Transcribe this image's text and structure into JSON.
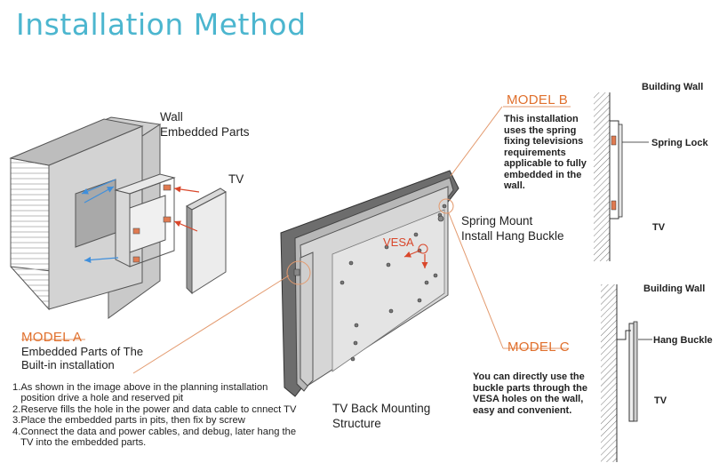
{
  "title": "Installation Method",
  "labels": {
    "wall_embedded": [
      "Wall",
      "Embedded Parts"
    ],
    "tv": "TV",
    "vesa": "VESA",
    "spring_mount": [
      "Spring Mount",
      "Install Hang Buckle"
    ],
    "tv_back": [
      "TV Back Mounting",
      "Structure"
    ]
  },
  "model_a": {
    "name": "MODEL A",
    "subtitle": [
      "Embedded Parts of  The",
      "Built-in installation"
    ],
    "steps": [
      "1.As shown in the image above in the planning installation",
      "   position drive a hole and reserved pit",
      "2.Reserve fills the hole in the power and data cable to cnnect TV",
      "3.Place the embedded parts in pits, then fix by screw",
      "4.Connect the data and power cables, and debug, later hang the",
      "   TV into the embedded parts."
    ]
  },
  "model_b": {
    "name": "MODEL B",
    "desc": [
      "This installation",
      "uses the spring",
      "fixing televisions",
      "requirements",
      "applicable to fully",
      "embedded in the",
      "wall."
    ],
    "building_wall": "Building Wall",
    "spring_lock": "Spring Lock",
    "tv": "TV"
  },
  "model_c": {
    "name": "MODEL C",
    "desc": [
      "You can directly use the",
      "buckle parts through the",
      "VESA holes on the wall,",
      "easy and convenient."
    ],
    "building_wall": "Building Wall",
    "hang_buckle": "Hang Buckle",
    "tv": "TV"
  },
  "colors": {
    "title": "#4cb6cf",
    "model": "#e0702d",
    "arrow_blue": "#3f8fdc",
    "arrow_red": "#d9472b",
    "leader": "#e39a6e"
  }
}
